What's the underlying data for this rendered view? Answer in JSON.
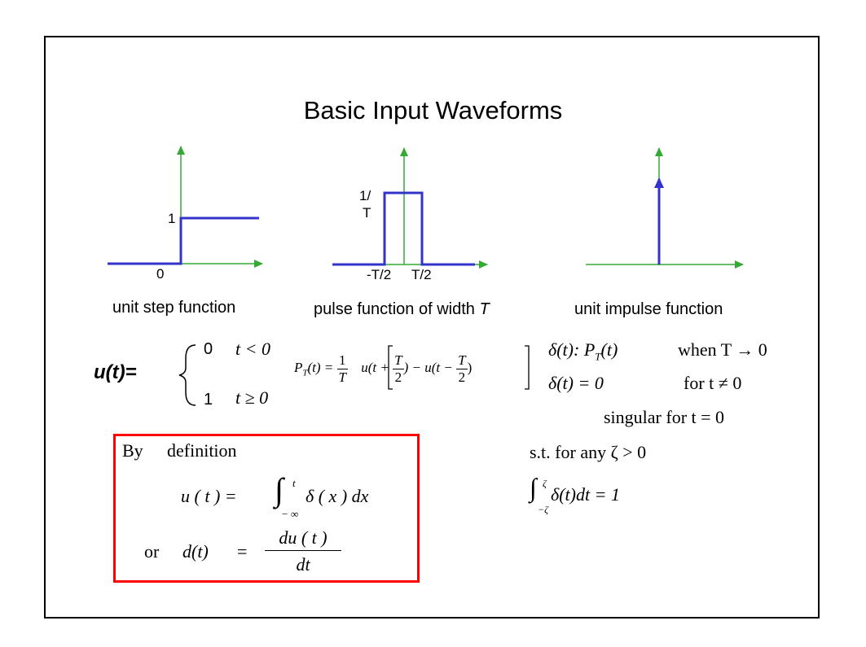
{
  "slide": {
    "title": "Basic Input Waveforms",
    "colors": {
      "axis": "#33aa33",
      "signal": "#3333cc",
      "box_border": "#ff0000"
    },
    "step_plot": {
      "caption": "unit step function",
      "y_label": "1",
      "x_label": "0"
    },
    "pulse_plot": {
      "caption_prefix": "pulse function of width ",
      "caption_var": "T",
      "y_label_top": "1/",
      "y_label_bottom": "T",
      "x_label_left": "-T/2",
      "x_label_right": "T/2"
    },
    "impulse_plot": {
      "caption": "unit impulse function"
    },
    "step_eq": {
      "lhs": "u(t)=",
      "case1_value": "0",
      "case1_cond": "t < 0",
      "case2_value": "1",
      "case2_cond": "t ≥ 0"
    },
    "pulse_eq": {
      "lhs": "P",
      "lhs_sub": "T",
      "lhs_arg": "(t) = ",
      "frac1_num": "1",
      "frac1_den": "T",
      "term1": "u(t +",
      "frac2_num": "T",
      "frac2_den": "2",
      "mid": ") − u(t −",
      "frac3_num": "T",
      "frac3_den": "2",
      "end": ")"
    },
    "impulse_eq": {
      "line1_left": "δ(t): P",
      "line1_sub": "T",
      "line1_arg": "(t)",
      "line1_right": "when T → 0",
      "line2_left": "δ(t) = 0",
      "line2_right": "for t ≠ 0",
      "line3": "singular  for t = 0",
      "line4": "s.t. for any ζ > 0",
      "line5_upper": "ζ",
      "line5_lower": "−ζ",
      "line5_body": "δ(t)dt = 1"
    },
    "definition": {
      "heading_by": "By",
      "heading_def": "definition",
      "eq1_lhs": "u ( t )  =",
      "eq1_upper": "t",
      "eq1_lower": "− ∞",
      "eq1_body": "δ  ( x ) dx",
      "eq2_or": "or",
      "eq2_lhs": "d(t)",
      "eq2_eq": "=",
      "eq2_num": "du  ( t )",
      "eq2_den": "dt"
    }
  }
}
